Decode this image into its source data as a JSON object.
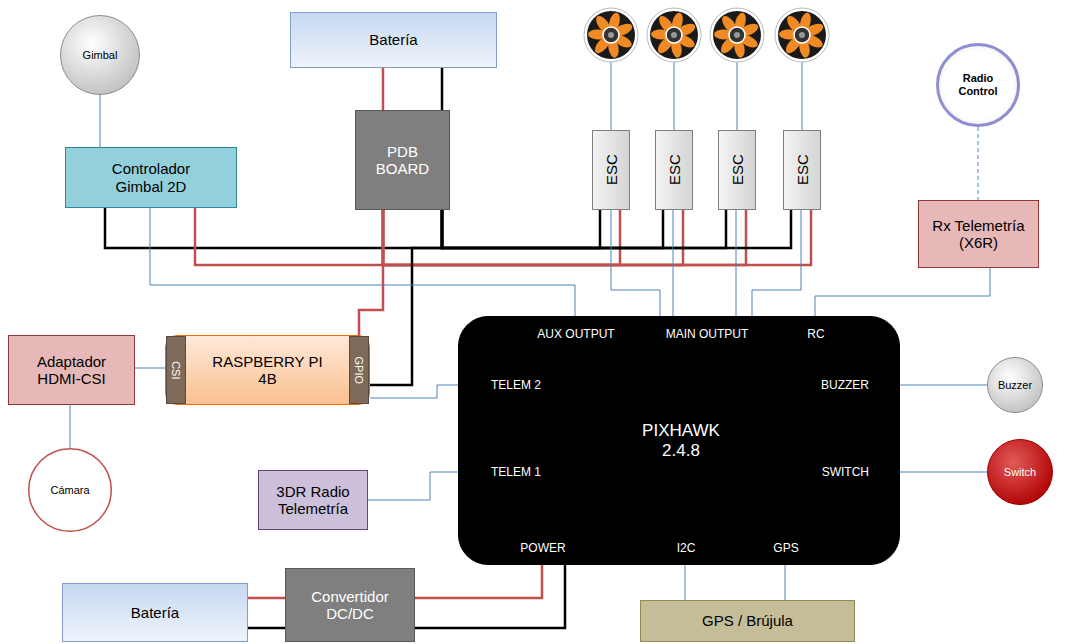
{
  "diagram": {
    "nodes": [
      {
        "text": [
          "Gimbal"
        ]
      },
      {
        "text": [
          "Batería"
        ]
      },
      {
        "text": [
          "Radio Control"
        ]
      },
      {
        "text": [
          "Controlador Gimbal 2D"
        ]
      },
      {
        "text": [
          "PDB BOARD"
        ]
      },
      {
        "text": [
          "ESC"
        ]
      },
      {
        "text": [
          "ESC"
        ]
      },
      {
        "text": [
          "ESC"
        ]
      },
      {
        "text": [
          "ESC"
        ]
      },
      {
        "text": [
          "Rx Telemetría (X6R)"
        ]
      },
      {
        "text": [
          "Adaptador HDMI-CSI"
        ]
      },
      {
        "text": [
          "RASPBERRY PI 4B"
        ]
      },
      {
        "text": [
          "CSI"
        ],
        "in": 11
      },
      {
        "text": [
          "GPIO"
        ],
        "in": 11
      },
      {
        "text": [
          "PIXHAWK 2.4.8",
          "AUX OUTPUT",
          "MAIN OUTPUT",
          "RC",
          "TELEM 2",
          "BUZZER",
          "TELEM 1",
          "SWITCH",
          "POWER",
          "I2C",
          "GPS"
        ]
      },
      {
        "text": [
          "Buzzer"
        ]
      },
      {
        "text": [
          "Cámara"
        ]
      },
      {
        "text": [
          "3DR Radio Telemetría"
        ]
      },
      {
        "text": [
          "Switch"
        ]
      },
      {
        "text": [
          "Batería"
        ]
      },
      {
        "text": [
          "Convertidor DC/DC"
        ]
      },
      {
        "text": [
          "GPS / Brújula"
        ]
      }
    ],
    "edges": [
      {
        "from": 0,
        "to": 3,
        "arrow": "none"
      },
      {
        "from": 2,
        "to": 9,
        "arrow": "none"
      },
      {
        "from": 1,
        "to": 4,
        "arrow": "none"
      },
      {
        "from": 4,
        "to": 3,
        "arrow": "none"
      },
      {
        "from": 4,
        "to": 5,
        "arrow": "none"
      },
      {
        "from": 4,
        "to": 6,
        "arrow": "none"
      },
      {
        "from": 4,
        "to": 7,
        "arrow": "none"
      },
      {
        "from": 4,
        "to": 8,
        "arrow": "none"
      },
      {
        "from": 4,
        "to": 13,
        "arrow": "none"
      },
      {
        "from": 3,
        "to": 14,
        "arrow": "none"
      },
      {
        "from": 5,
        "to": 14,
        "arrow": "none"
      },
      {
        "from": 6,
        "to": 14,
        "arrow": "none"
      },
      {
        "from": 7,
        "to": 14,
        "arrow": "none"
      },
      {
        "from": 8,
        "to": 14,
        "arrow": "none"
      },
      {
        "from": 9,
        "to": 14,
        "arrow": "none"
      },
      {
        "from": 11,
        "to": 14,
        "arrow": "none"
      },
      {
        "from": 17,
        "to": 14,
        "arrow": "none"
      },
      {
        "from": 14,
        "to": 15,
        "arrow": "none"
      },
      {
        "from": 14,
        "to": 18,
        "arrow": "none"
      },
      {
        "from": 10,
        "to": 12,
        "arrow": "none"
      },
      {
        "from": 10,
        "to": 16,
        "arrow": "none"
      },
      {
        "from": 19,
        "to": 20,
        "arrow": "none"
      },
      {
        "from": 20,
        "to": 14,
        "arrow": "none"
      },
      {
        "from": 14,
        "to": 21,
        "arrow": "none"
      },
      {
        "from": 14,
        "to": 21,
        "arrow": "none"
      }
    ]
  }
}
